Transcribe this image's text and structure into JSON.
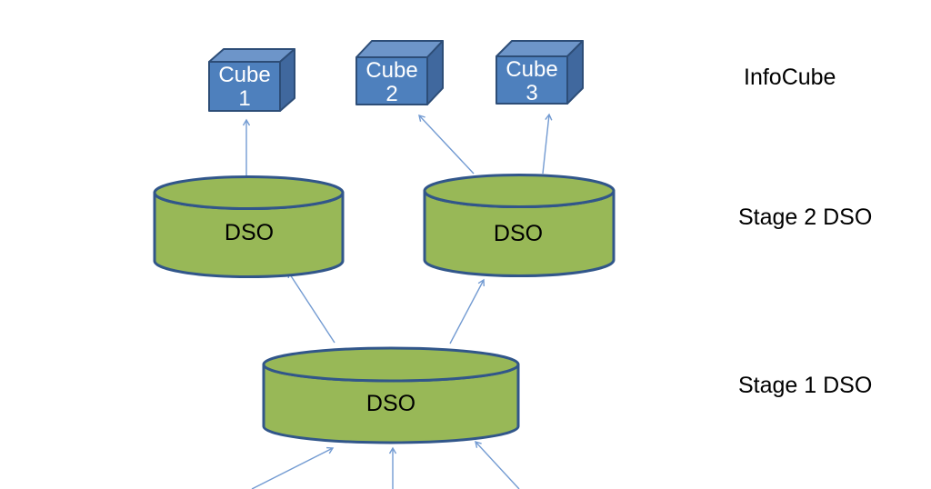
{
  "diagram": {
    "title_context": "BW data flow diagram",
    "nodes": {
      "cube1": {
        "line1": "Cube",
        "line2": "1"
      },
      "cube2": {
        "line1": "Cube",
        "line2": "2"
      },
      "cube3": {
        "line1": "Cube",
        "line2": "3"
      },
      "dso_stage2_left": {
        "label": "DSO"
      },
      "dso_stage2_right": {
        "label": "DSO"
      },
      "dso_stage1": {
        "label": "DSO"
      }
    },
    "annotations": {
      "layer_top": "InfoCube",
      "layer_middle": "Stage 2 DSO",
      "layer_bottom": "Stage 1 DSO"
    },
    "edges": [
      {
        "from": "dso_stage2_left",
        "to": "cube1"
      },
      {
        "from": "dso_stage2_right",
        "to": "cube2"
      },
      {
        "from": "dso_stage2_right",
        "to": "cube3"
      },
      {
        "from": "dso_stage1",
        "to": "dso_stage2_left"
      },
      {
        "from": "dso_stage1",
        "to": "dso_stage2_right"
      },
      {
        "from": "source_left",
        "to": "dso_stage1"
      },
      {
        "from": "source_middle",
        "to": "dso_stage1"
      },
      {
        "from": "source_right",
        "to": "dso_stage1"
      }
    ],
    "colors": {
      "cube_front": "#4e80bd",
      "cube_top": "#6d95c9",
      "cube_side": "#40689e",
      "cube_outline": "#2d4d77",
      "cylinder_fill": "#98b857",
      "cylinder_outline": "#31568a",
      "arrow": "#739bd2",
      "text_dark": "#000000",
      "text_light": "#ffffff"
    }
  }
}
